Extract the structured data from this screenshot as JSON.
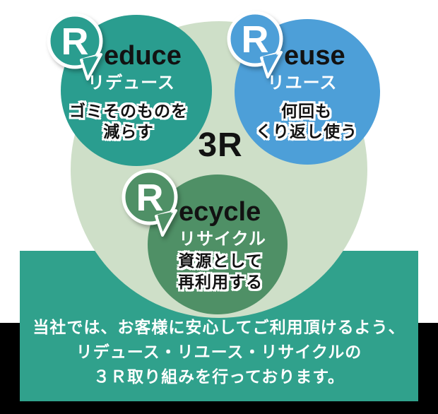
{
  "center_label": "3R",
  "colors": {
    "background": "#ffffff",
    "inner_circle": "#cedfc8",
    "reduce": "#2a9d8f",
    "reuse": "#4d9fd8",
    "recycle": "#4f9066",
    "banner_background": "#30a18c",
    "banner_text": "#ffffff",
    "footer_band": "#000000"
  },
  "circles": [
    {
      "name": "reduce",
      "badge_letter": "R",
      "label_rest": "educe",
      "label_jp": "リデュース",
      "desc_line1": "ゴミそのものを",
      "desc_line2": "減らす",
      "color": "#2a9d8f"
    },
    {
      "name": "reuse",
      "badge_letter": "R",
      "label_rest": "euse",
      "label_jp": "リユース",
      "desc_line1": "何回も",
      "desc_line2": "くり返し使う",
      "color": "#4d9fd8"
    },
    {
      "name": "recycle",
      "badge_letter": "R",
      "label_rest": "ecycle",
      "label_jp": "リサイクル",
      "desc_line1": "資源として",
      "desc_line2": "再利用する",
      "color": "#4f9066"
    }
  ],
  "banner": {
    "line1": "当社では、お客様に安心してご利用頂けるよう、",
    "line2": "リデュース・リユース・リサイクルの",
    "line3": "３Ｒ取り組みを行っております。"
  }
}
